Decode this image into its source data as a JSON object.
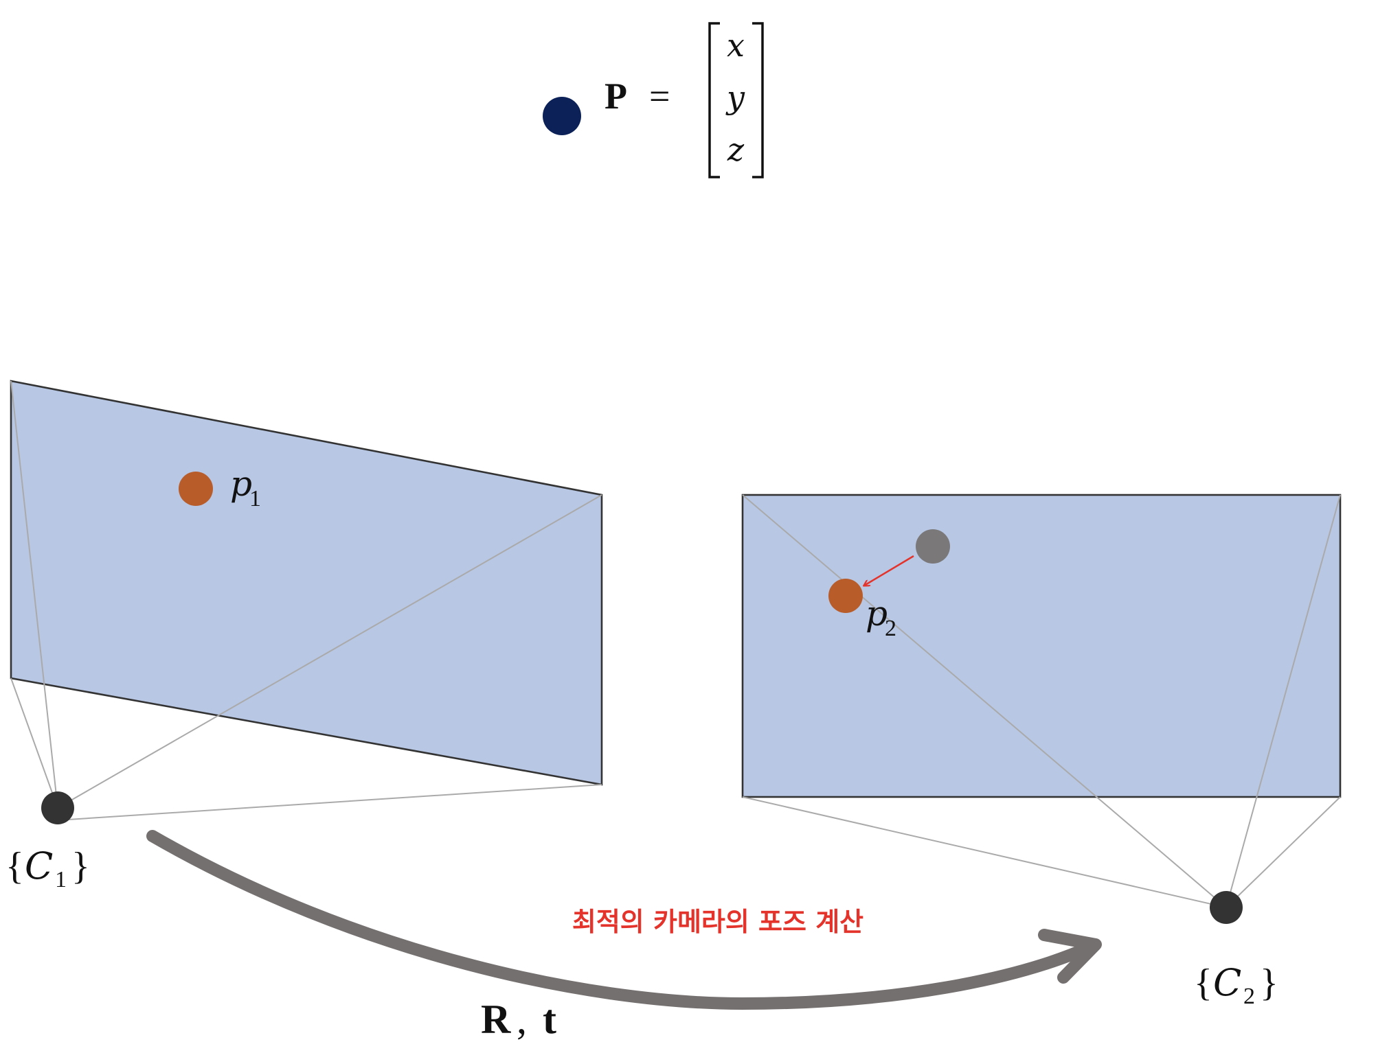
{
  "colors": {
    "image_plane_fill": "#b8c7e4",
    "plane_edge": "#333333",
    "frustum_line": "#aaaaaa",
    "world_point": "#0b2157",
    "image_point": "#b85c2a",
    "reprojected_point": "#7a7878",
    "camera_center": "#333333",
    "correction_arrow": "#e4332b",
    "motion_arrow": "#757070",
    "caption": "#e4332b"
  },
  "point_P": {
    "symbol": "P",
    "equals": "=",
    "vector": [
      "x",
      "y",
      "z"
    ]
  },
  "camera1": {
    "label_open": "{",
    "label_letter": "C",
    "label_sub": "1",
    "label_close": "}"
  },
  "camera2": {
    "label_open": "{",
    "label_letter": "C",
    "label_sub": "2",
    "label_close": "}"
  },
  "image_point_1": {
    "letter": "p",
    "sub": "1"
  },
  "image_point_2": {
    "letter": "p",
    "sub": "2"
  },
  "motion": {
    "R": "R",
    "comma": ",",
    "t": "t"
  },
  "caption": "최적의 카메라의 포즈 계산"
}
